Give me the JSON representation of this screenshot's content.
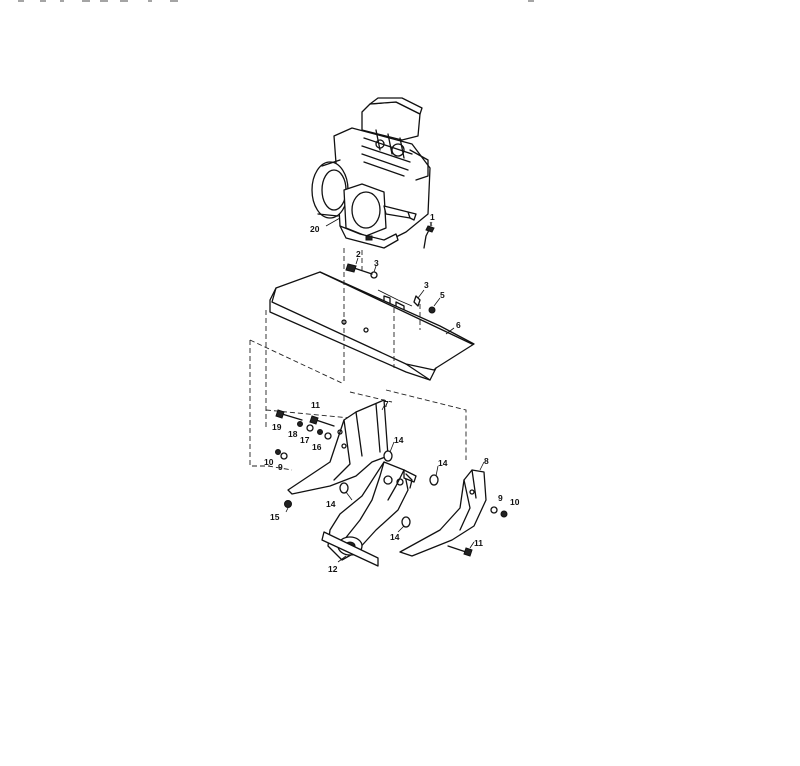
{
  "diagram": {
    "callouts": [
      {
        "key": "c1",
        "label": "1"
      },
      {
        "key": "c20",
        "label": "20"
      },
      {
        "key": "c2",
        "label": "2"
      },
      {
        "key": "c3a",
        "label": "3"
      },
      {
        "key": "c3b",
        "label": "3"
      },
      {
        "key": "c5",
        "label": "5"
      },
      {
        "key": "c6a",
        "label": "6"
      },
      {
        "key": "c7",
        "label": "7"
      },
      {
        "key": "c11a",
        "label": "11"
      },
      {
        "key": "c19",
        "label": "19"
      },
      {
        "key": "c18",
        "label": "18"
      },
      {
        "key": "c17",
        "label": "17"
      },
      {
        "key": "c16",
        "label": "16"
      },
      {
        "key": "c14a",
        "label": "14"
      },
      {
        "key": "c10a",
        "label": "10"
      },
      {
        "key": "c9a",
        "label": "9"
      },
      {
        "key": "c14b",
        "label": "14"
      },
      {
        "key": "c8",
        "label": "8"
      },
      {
        "key": "c14c",
        "label": "14"
      },
      {
        "key": "c9b",
        "label": "9"
      },
      {
        "key": "c10b",
        "label": "10"
      },
      {
        "key": "c15",
        "label": "15"
      },
      {
        "key": "c14d",
        "label": "14"
      },
      {
        "key": "c11b",
        "label": "11"
      },
      {
        "key": "c12",
        "label": "12"
      }
    ]
  }
}
